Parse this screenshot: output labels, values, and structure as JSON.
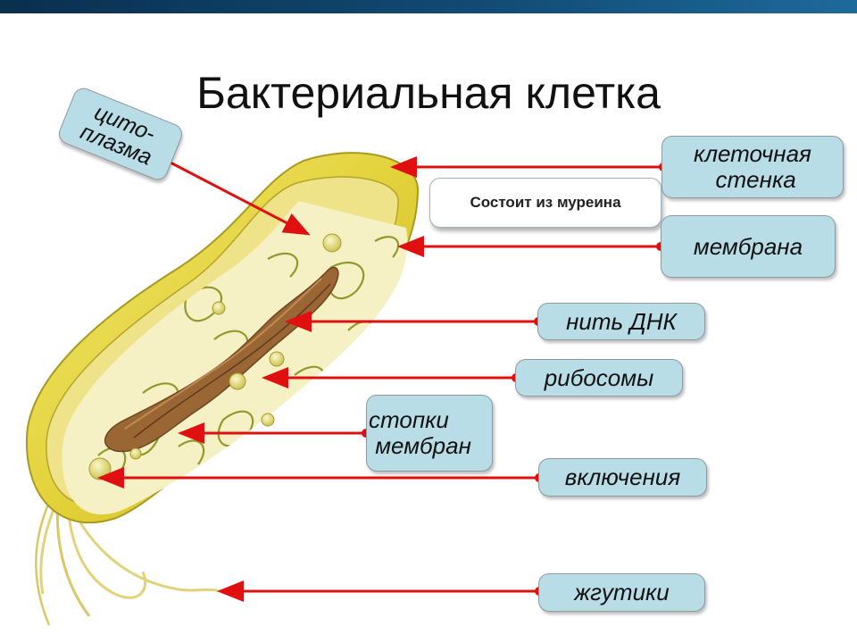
{
  "title": "Бактериальная клетка",
  "note": "Состоит из муреина",
  "labels": {
    "cytoplasm": "цито-\nплазма",
    "cell_wall": "клеточная\n стенка",
    "membrane": "мембрана",
    "dna": "нить ДНК",
    "ribosomes": "рибосомы",
    "membrane_stacks": "стопки\n мембран",
    "inclusions": "включения",
    "flagella": "жгутики"
  },
  "colors": {
    "header_bar": "#114a74",
    "label_fill": "#b8dde6",
    "arrow": "#e01010",
    "cell_outer": "#e8da4a",
    "cell_inner": "#f4efb8",
    "dna": "#8a5a2e"
  }
}
